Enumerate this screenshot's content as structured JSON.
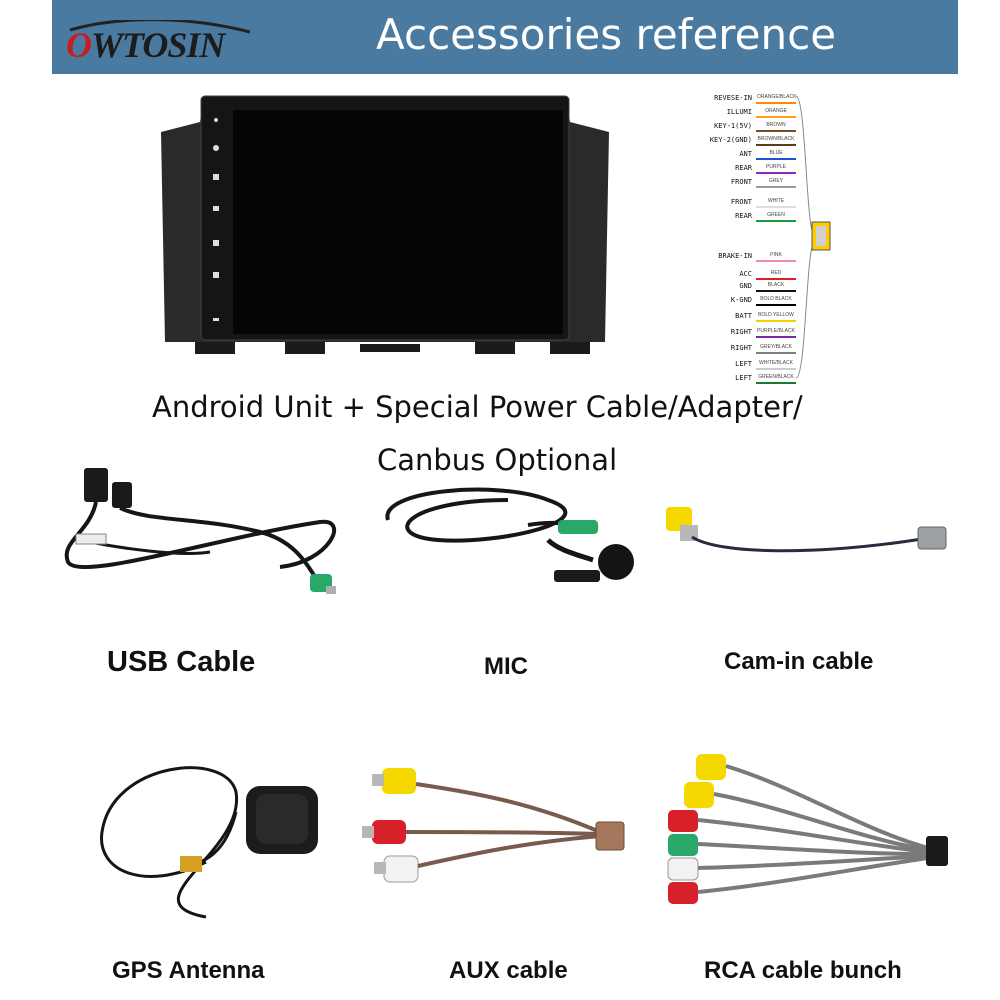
{
  "header": {
    "logo": "Owtosin",
    "title": "Accessories reference"
  },
  "unit_caption": {
    "line1": "Android Unit + Special Power Cable/Adapter/",
    "line2": "Canbus Optional"
  },
  "wiring_labels": [
    {
      "pin": "REVESE-IN",
      "color": "ORANGE/BLACK",
      "hex": "#ff8a00"
    },
    {
      "pin": "ILLUMI",
      "color": "ORANGE",
      "hex": "#ff9c1a"
    },
    {
      "pin": "KEY-1(5V)",
      "color": "BROWN",
      "hex": "#7a4a24"
    },
    {
      "pin": "KEY-2(GND)",
      "color": "BROWN/BLACK",
      "hex": "#5a3a20"
    },
    {
      "pin": "ANT",
      "color": "BLUE",
      "hex": "#1a54d6"
    },
    {
      "pin": "REAR",
      "color": "PURPLE",
      "hex": "#8a2ab6"
    },
    {
      "pin": "FRONT",
      "color": "GREY",
      "hex": "#9a9a9a"
    },
    {
      "pin": "FRONT",
      "color": "WHITE",
      "hex": "#dddddd"
    },
    {
      "pin": "REAR",
      "color": "GREEN",
      "hex": "#1f9a3a"
    },
    {
      "pin": "BRAKE-IN",
      "color": "PINK",
      "hex": "#f28ab0"
    },
    {
      "pin": "ACC",
      "color": "RED",
      "hex": "#e02020"
    },
    {
      "pin": "GND",
      "color": "BLACK",
      "hex": "#111111"
    },
    {
      "pin": "K-GND",
      "color": "BOLD BLACK",
      "hex": "#000000"
    },
    {
      "pin": "BATT",
      "color": "BOLD YELLOW",
      "hex": "#f2d200"
    },
    {
      "pin": "RIGHT",
      "color": "PURPLE/BLACK",
      "hex": "#7a2aa6"
    },
    {
      "pin": "RIGHT",
      "color": "GREY/BLACK",
      "hex": "#808080"
    },
    {
      "pin": "LEFT",
      "color": "WHITE/BLACK",
      "hex": "#cccccc"
    },
    {
      "pin": "LEFT",
      "color": "GREEN/BLACK",
      "hex": "#1a7a30"
    }
  ],
  "products": {
    "usb": "USB Cable",
    "mic": "MIC",
    "cam": "Cam-in cable",
    "gps": "GPS Antenna",
    "aux": "AUX cable",
    "rca": "RCA cable bunch"
  },
  "colors": {
    "header_bg": "#4b7aa0",
    "logo_red": "#c61e1e",
    "rca_yellow": "#f5d800",
    "rca_red": "#d8202a",
    "rca_white": "#f2f2f2",
    "rca_green": "#2aa86a"
  }
}
